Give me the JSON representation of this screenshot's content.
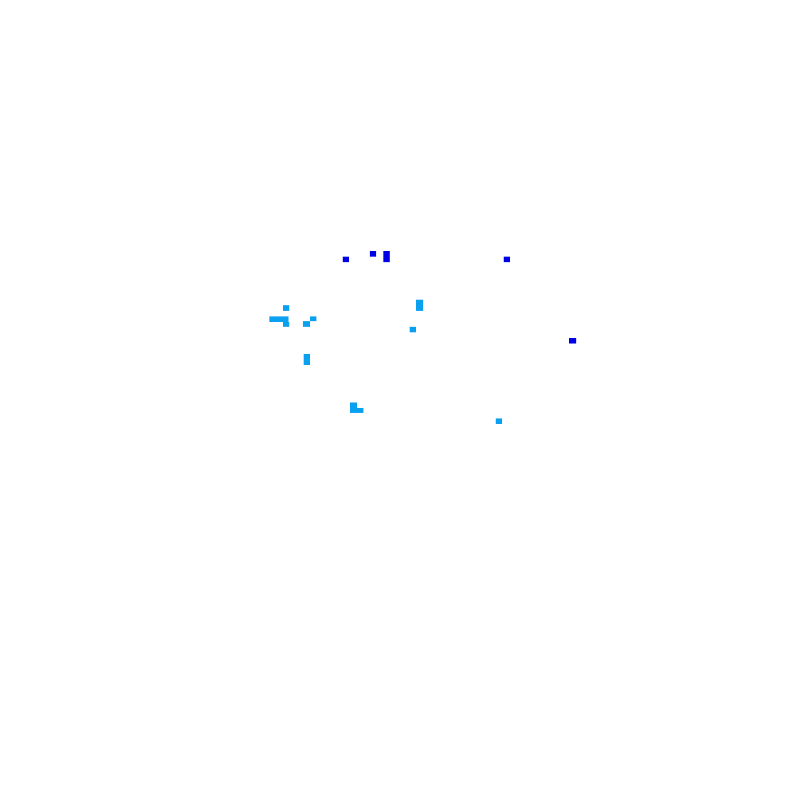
{
  "colors": {
    "background": "#ffffff",
    "dark_blue": "#0000e6",
    "light_blue": "#0aa0f0"
  },
  "grid_cells": [
    {
      "color": "dark_blue"
    },
    {
      "color": "dark_blue"
    },
    {
      "color": "dark_blue"
    },
    {
      "color": "dark_blue"
    },
    {
      "color": "dark_blue"
    },
    {
      "color": "light_blue"
    },
    {
      "color": "light_blue"
    },
    {
      "color": "light_blue"
    },
    {
      "color": "light_blue"
    },
    {
      "color": "light_blue"
    },
    {
      "color": "light_blue"
    },
    {
      "color": "light_blue"
    },
    {
      "color": "light_blue"
    },
    {
      "color": "light_blue"
    },
    {
      "color": "light_blue"
    },
    {
      "color": "light_blue"
    },
    {
      "color": "light_blue"
    }
  ]
}
